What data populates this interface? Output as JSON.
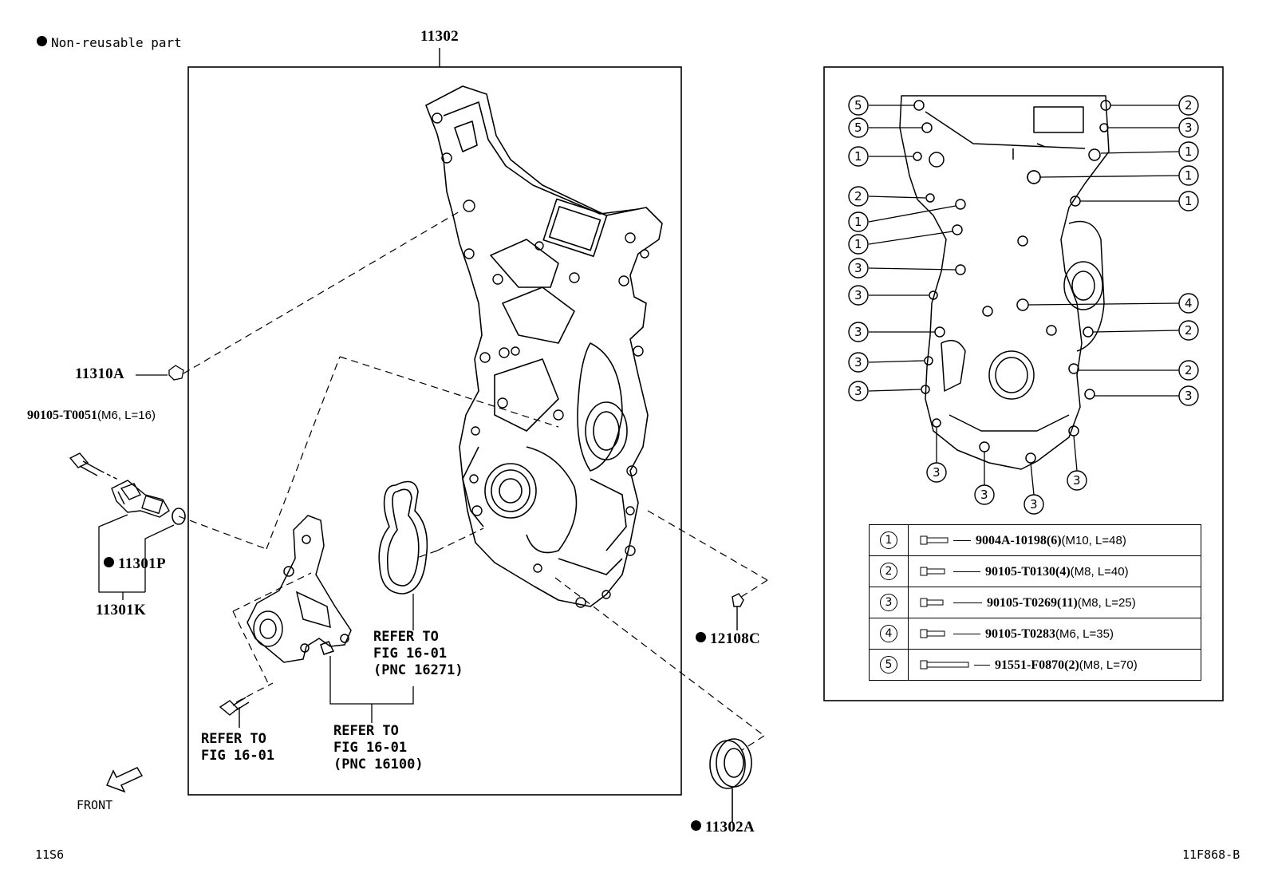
{
  "legend": {
    "non_reusable_label": "Non-reusable part"
  },
  "parts": {
    "cover": "11302",
    "plug": "11310A",
    "sensor_bolt": "90105-T0051",
    "sensor_bolt_spec": "(M6, L=16)",
    "oring": "11301P",
    "sensor_assy": "11301K",
    "gasket_right": "12108C",
    "oil_seal": "11302A"
  },
  "refers": [
    {
      "lines": [
        "REFER TO",
        "FIG 16-01",
        "(PNC 16271)"
      ]
    },
    {
      "lines": [
        "REFER TO",
        "FIG 16-01",
        "(PNC 16100)"
      ]
    },
    {
      "lines": [
        "REFER TO",
        "FIG 16-01"
      ]
    }
  ],
  "front_label": "FRONT",
  "footer": {
    "left": "11S6",
    "right": "11F868-B"
  },
  "callout_numbers": {
    "left": [
      "5",
      "5",
      "1",
      "2",
      "1",
      "1",
      "3",
      "3",
      "3",
      "3",
      "3"
    ],
    "right": [
      "2",
      "3",
      "1",
      "1",
      "1",
      "4",
      "2",
      "2",
      "3"
    ],
    "bottom": [
      "3",
      "3",
      "3",
      "3"
    ]
  },
  "bolt_table": [
    {
      "num": "1",
      "part": "9004A-10198",
      "qty": "(6)",
      "spec": "(M10, L=48)"
    },
    {
      "num": "2",
      "part": "90105-T0130",
      "qty": "(4)",
      "spec": "(M8, L=40)"
    },
    {
      "num": "3",
      "part": "90105-T0269",
      "qty": "(11)",
      "spec": "(M8, L=25)"
    },
    {
      "num": "4",
      "part": "90105-T0283",
      "qty": "",
      "spec": "(M6, L=35)"
    },
    {
      "num": "5",
      "part": "91551-F0870",
      "qty": "(2)",
      "spec": "(M8, L=70)"
    }
  ]
}
